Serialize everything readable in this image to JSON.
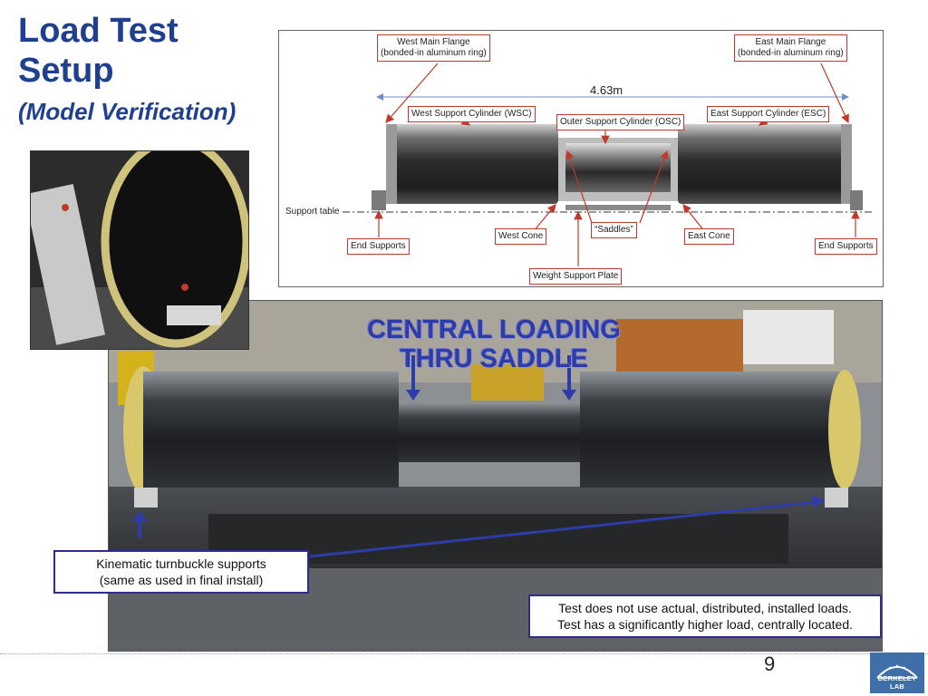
{
  "slide": {
    "title_line1": "Load Test",
    "title_line2": "Setup",
    "subtitle": "(Model Verification)",
    "page_number": "9"
  },
  "diagram": {
    "west_flange_l1": "West Main Flange",
    "west_flange_l2": "(bonded-in aluminum ring)",
    "east_flange_l1": "East Main Flange",
    "east_flange_l2": "(bonded-in aluminum ring)",
    "length": "4.63m",
    "wsc": "West Support Cylinder (WSC)",
    "esc": "East Support Cylinder (ESC)",
    "osc": "Outer Support Cylinder (OSC)",
    "support_table": "Support table",
    "saddles": "“Saddles”",
    "west_cone": "West Cone",
    "east_cone": "East Cone",
    "end_supports_left": "End Supports",
    "end_supports_right": "End Supports",
    "weight_plate": "Weight Support  Plate"
  },
  "photo": {
    "overlay_l1": "CENTRAL LOADING",
    "overlay_l2": "THRU SADDLE",
    "callout_kinematic_l1": "Kinematic turnbuckle supports",
    "callout_kinematic_l2": "(same as used in final install)",
    "callout_test_l1": "Test does not use actual, distributed, installed loads.",
    "callout_test_l2": "Test has a significantly higher load, centrally located."
  },
  "logo": {
    "text": "BERKELEY LAB"
  },
  "colors": {
    "title": "#1f3f8f",
    "label_border": "#c0392b",
    "callout_border": "#2d2d8f",
    "logo_bg": "#3f6fa8"
  }
}
